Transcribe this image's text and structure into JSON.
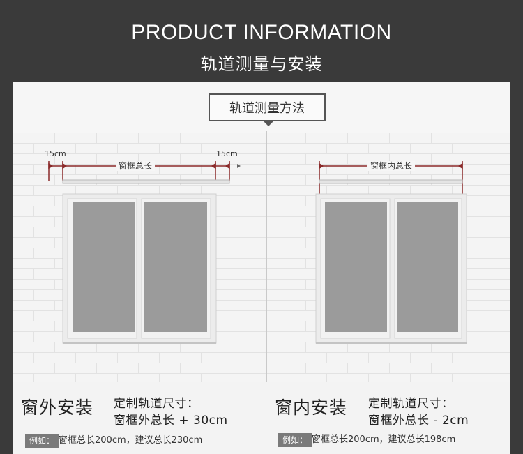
{
  "header": {
    "title_en": "PRODUCT INFORMATION",
    "title_cn": "轨道测量与安装"
  },
  "method_label": "轨道测量方法",
  "left_diagram": {
    "side_margin_left": "15cm",
    "side_margin_right": "15cm",
    "span_label": "窗框总长"
  },
  "right_diagram": {
    "span_label": "窗框内总长"
  },
  "left_info": {
    "install_title": "窗外安装",
    "spec_line1": "定制轨道尺寸：",
    "spec_line2": "窗框外总长 + 30cm",
    "example_tag": "例如：",
    "example_text": "窗框总长200cm，建议总长230cm"
  },
  "right_info": {
    "install_title": "窗内安装",
    "spec_line1": "定制轨道尺寸：",
    "spec_line2": "窗框外总长 - 2cm",
    "example_tag": "例如：",
    "example_text": "窗框总长200cm，建议总长198cm"
  },
  "colors": {
    "header_bg": "#3a3a3a",
    "measure_line": "#8b2a2a",
    "glass": "#9b9b9b",
    "frame": "#e9e9e9",
    "example_tag_bg": "#7a7a7a"
  }
}
